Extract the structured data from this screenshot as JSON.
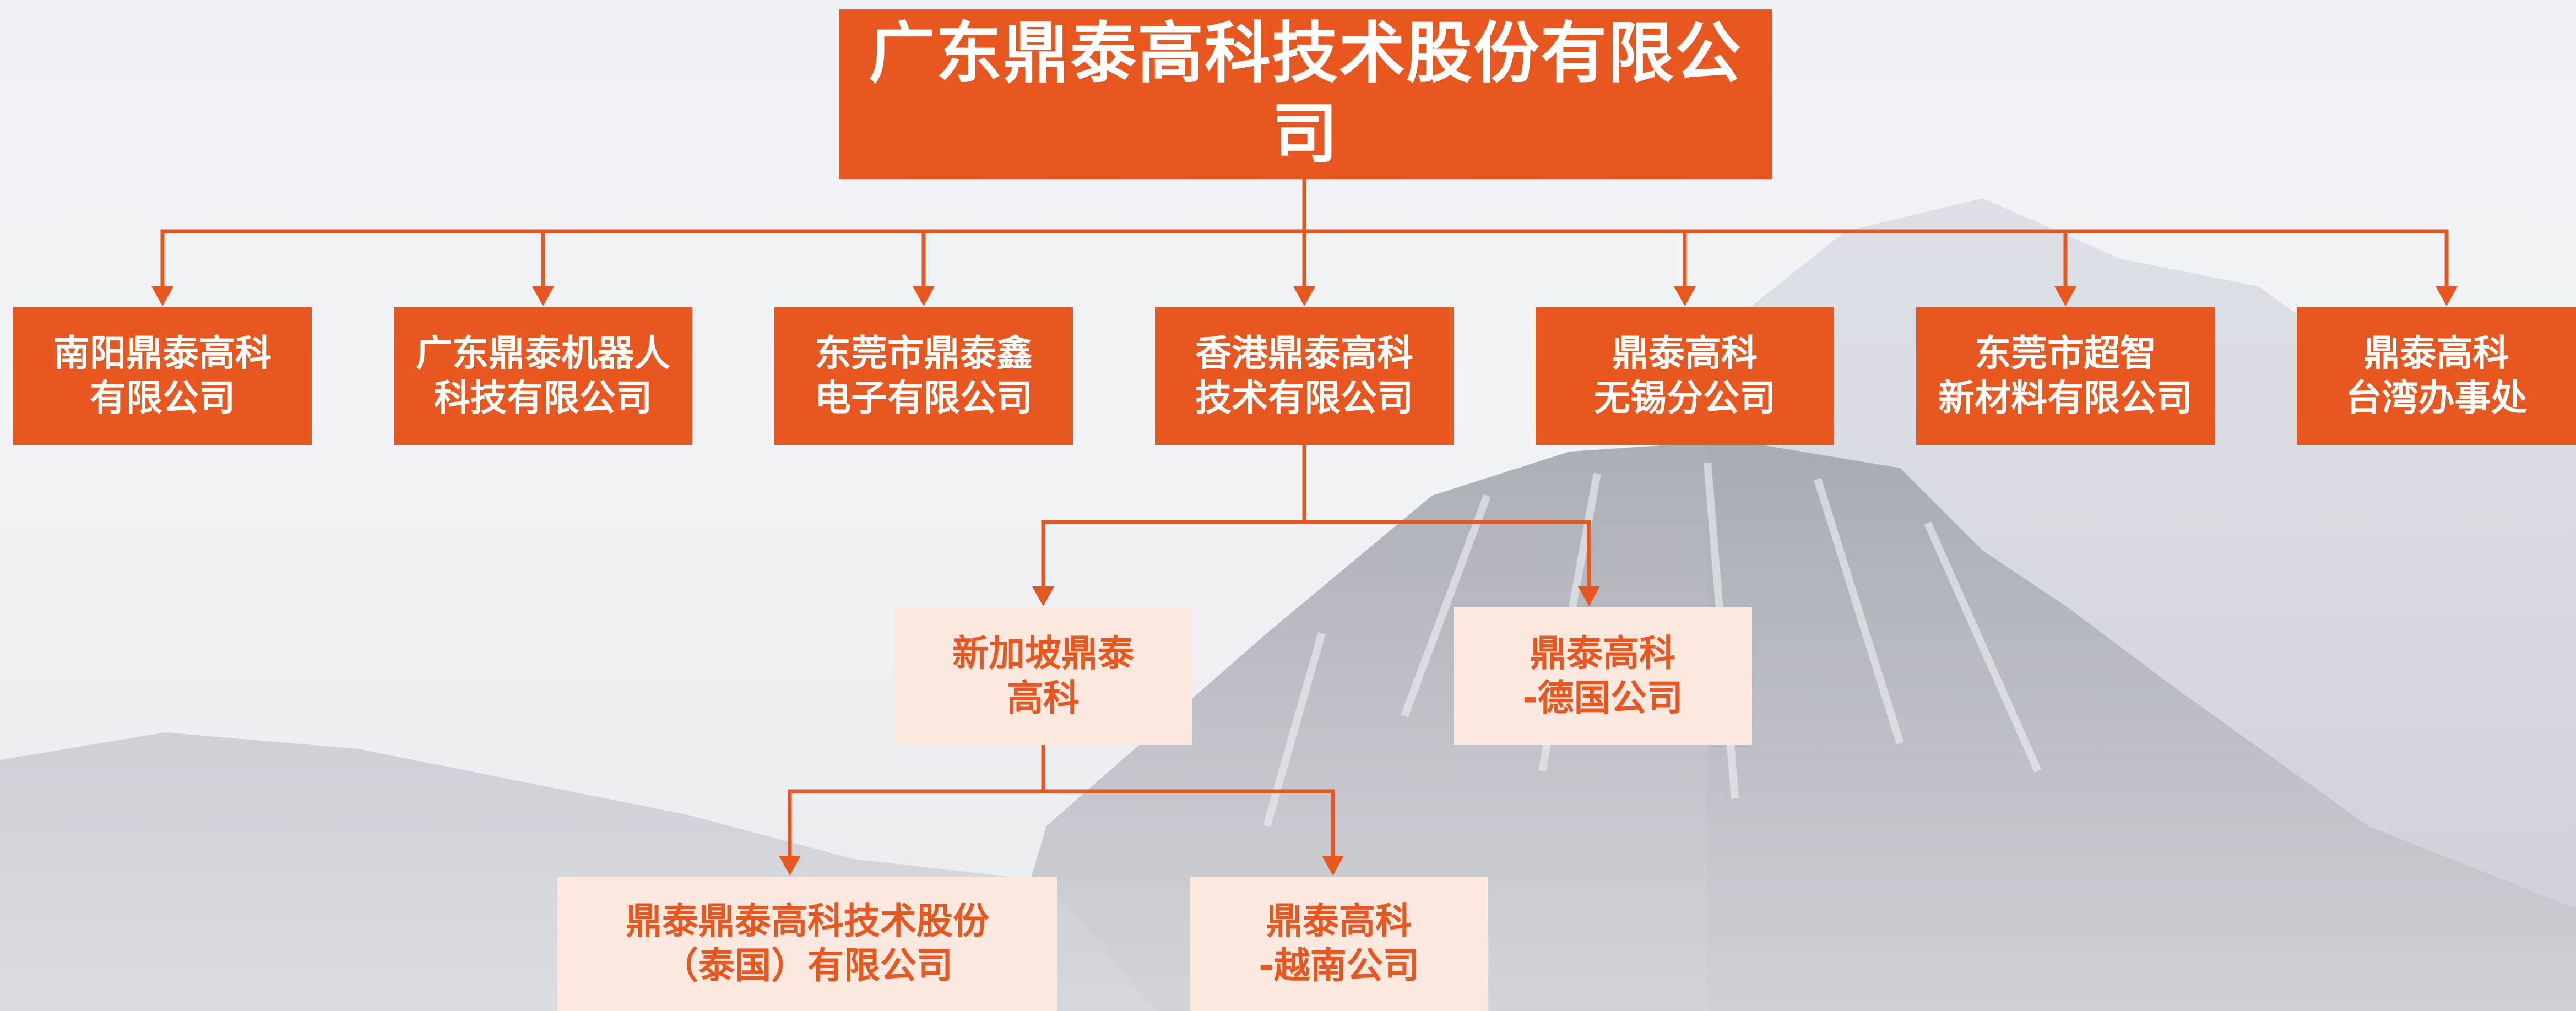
{
  "colors": {
    "accent": "#e8571f",
    "light_fill": "#fbe8df",
    "on_accent_text": "#ffffff"
  },
  "chart": {
    "root": "广东鼎泰高科技术股份有限公司",
    "subsidiaries": [
      "南阳鼎泰高科\n有限公司",
      "广东鼎泰机器人\n科技有限公司",
      "东莞市鼎泰鑫\n电子有限公司",
      "香港鼎泰高科\n技术有限公司",
      "鼎泰高科\n无锡分公司",
      "东莞市超智\n新材料有限公司",
      "鼎泰高科\n台湾办事处"
    ],
    "hk_children": [
      "新加坡鼎泰\n高科",
      "鼎泰高科\n-德国公司"
    ],
    "sg_children": [
      "鼎泰鼎泰高科技术股份\n（泰国）有限公司",
      "鼎泰高科\n-越南公司"
    ]
  }
}
